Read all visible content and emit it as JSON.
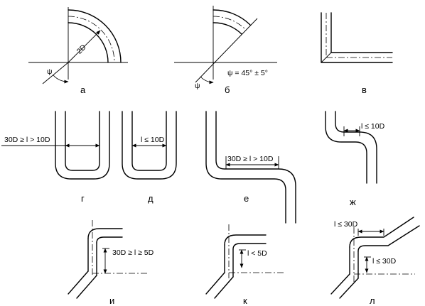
{
  "panels": {
    "a": {
      "label": "а",
      "radius_label": "2D",
      "angle_label": "ψ"
    },
    "b": {
      "label": "б",
      "angle_label": "ψ",
      "note": "ψ = 45° ± 5°"
    },
    "v": {
      "label": "в"
    },
    "g": {
      "label": "г",
      "dim": "30D ≥ l > 10D"
    },
    "d": {
      "label": "д",
      "dim": "l ≤ 10D"
    },
    "e": {
      "label": "е",
      "dim": "30D ≥ l > 10D"
    },
    "zh": {
      "label": "ж",
      "dim": "l ≤ 10D"
    },
    "i": {
      "label": "и",
      "dim": "30D ≥ l ≥ 5D"
    },
    "k": {
      "label": "к",
      "dim": "l < 5D"
    },
    "l": {
      "label": "л",
      "dim_top": "l ≤ 30D",
      "dim_side": "l ≤ 30D"
    }
  }
}
